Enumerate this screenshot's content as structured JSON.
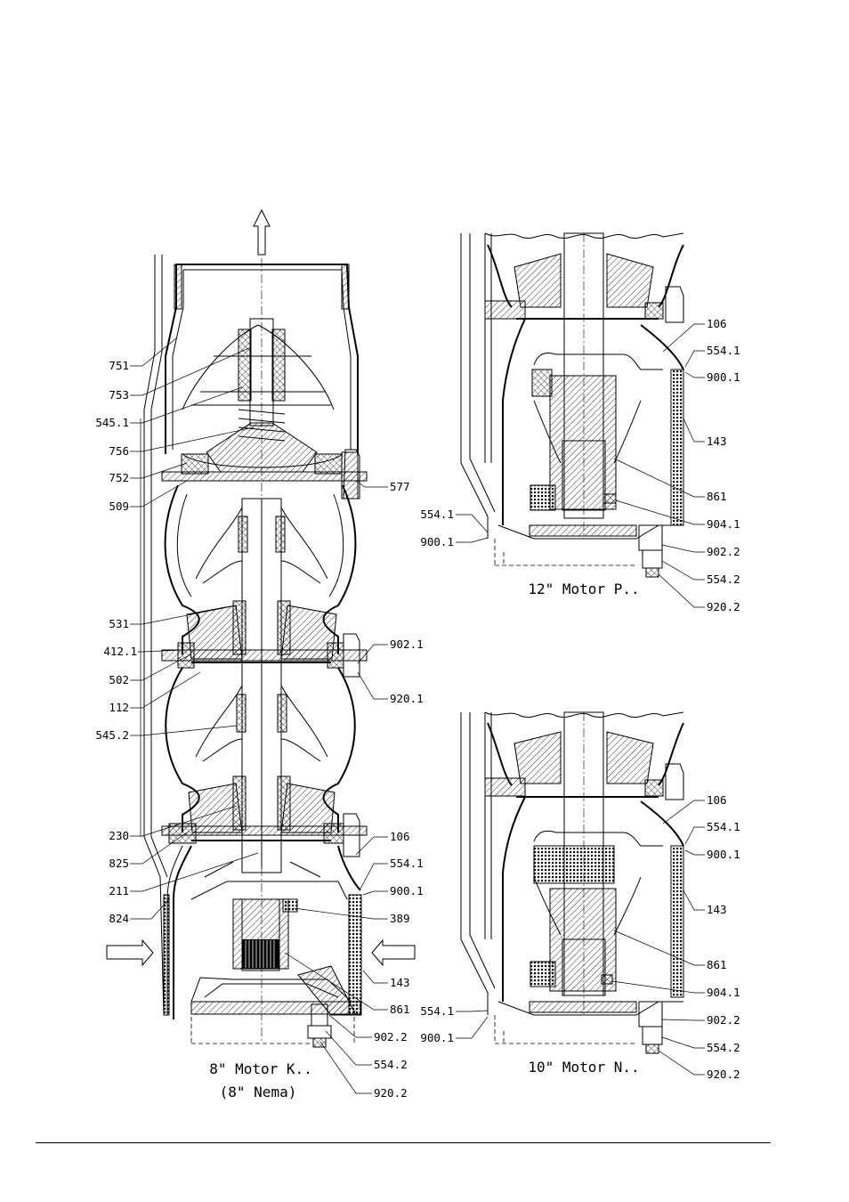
{
  "motors": {
    "m8": {
      "caption": "8\" Motor K..",
      "subcaption": "(8\" Nema)",
      "left_labels": [
        "751",
        "753",
        "545.1",
        "756",
        "752",
        "509",
        "531",
        "412.1",
        "502",
        "112",
        "545.2",
        "230",
        "825",
        "211",
        "824"
      ],
      "right_labels": [
        "577",
        "902.1",
        "920.1",
        "106",
        "554.1",
        "900.1",
        "389",
        "143",
        "861",
        "902.2",
        "554.2",
        "920.2"
      ]
    },
    "m12": {
      "caption": "12\" Motor P..",
      "left_labels": [
        "554.1",
        "900.1"
      ],
      "right_labels": [
        "106",
        "554.1",
        "900.1",
        "143",
        "861",
        "904.1",
        "902.2",
        "554.2",
        "920.2"
      ]
    },
    "m10": {
      "caption": "10\" Motor N..",
      "left_labels": [
        "554.1",
        "900.1"
      ],
      "right_labels": [
        "106",
        "554.1",
        "900.1",
        "143",
        "861",
        "904.1",
        "902.2",
        "554.2",
        "920.2"
      ]
    }
  }
}
